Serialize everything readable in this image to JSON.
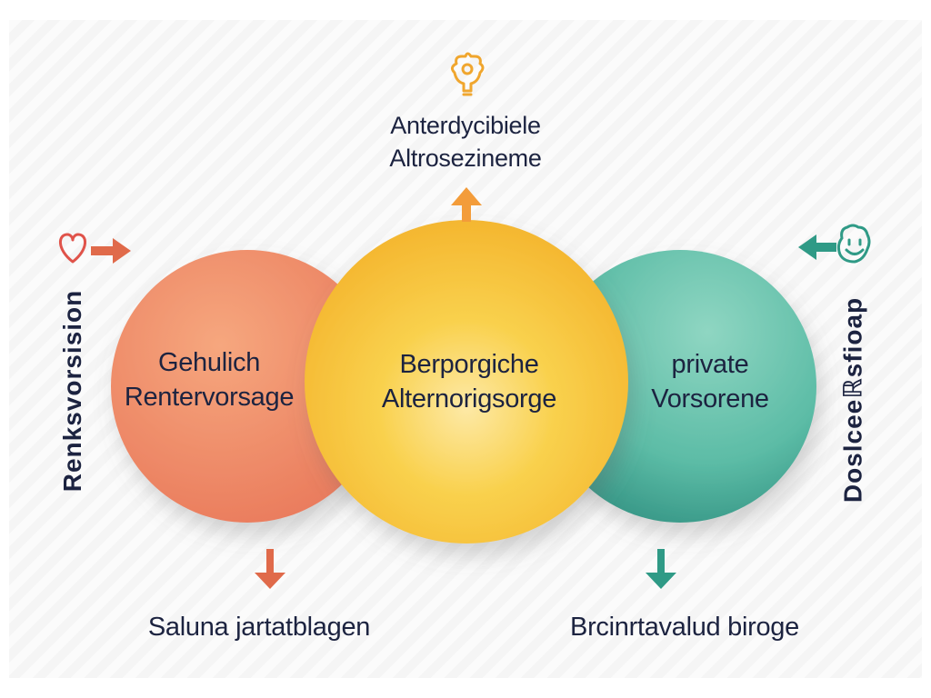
{
  "colors": {
    "left_circle": "#ef8a5e",
    "center_circle": "#f7c33a",
    "right_circle": "#5fbfa8",
    "arrow_orange": "#f39c3a",
    "arrow_red": "#e06a4a",
    "arrow_teal": "#2f9a86",
    "text": "#1c2340"
  },
  "icons": {
    "top": "lightbulb-gear-icon",
    "left": "heart-icon",
    "right": "smiley-face-icon"
  },
  "top": {
    "line1": "Anterdycibiele",
    "line2": "Altrosezineme"
  },
  "circles": {
    "left": {
      "line1": "Gehulich",
      "line2": "Rentervorsage"
    },
    "center": {
      "line1": "Berporgiche",
      "line2": "Alternorigsorge"
    },
    "right": {
      "line1": "private",
      "line2": "Vorsorene"
    }
  },
  "side_labels": {
    "left": "Renksvorsision",
    "right": "Doslceeℝsfioap"
  },
  "bottom": {
    "left": "Saluna jartatblagen",
    "right": "Brcinrtavalud biroge"
  }
}
